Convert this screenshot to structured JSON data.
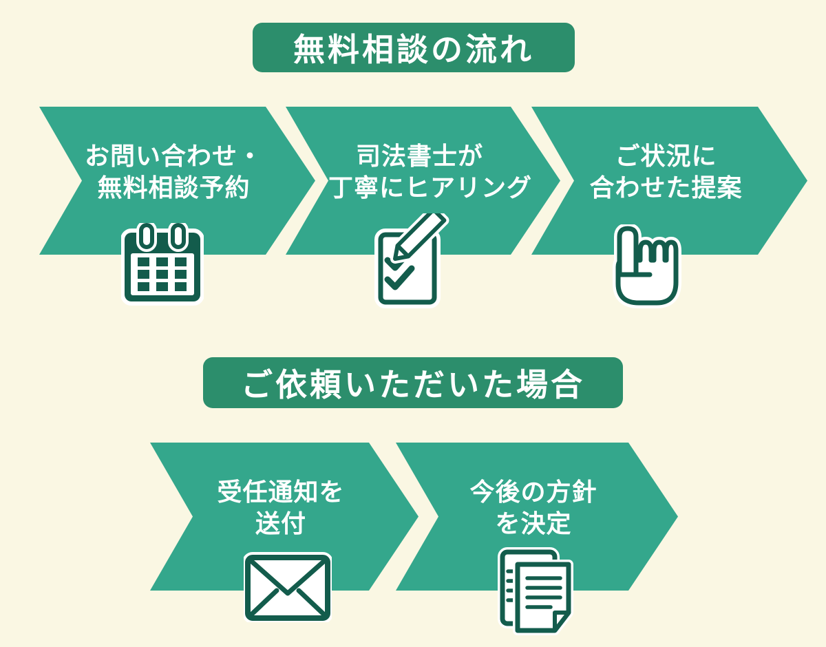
{
  "palette": {
    "background": "#FAF7E3",
    "arrow_fill": "#34A78C",
    "badge_fill": "#2C8E6C",
    "icon_dark_green": "#135C4C",
    "text_white": "#FFFFFF"
  },
  "sections": [
    {
      "header": "無料相談の流れ",
      "steps": [
        {
          "label_lines": [
            "お問い合わせ・",
            "無料相談予約"
          ],
          "icon": "calendar-icon"
        },
        {
          "label_lines": [
            "司法書士が",
            "丁寧にヒアリング"
          ],
          "icon": "checklist-pencil-icon"
        },
        {
          "label_lines": [
            "ご状況に",
            "合わせた提案"
          ],
          "icon": "pointing-hand-icon"
        }
      ]
    },
    {
      "header": "ご依頼いただいた場合",
      "steps": [
        {
          "label_lines": [
            "受任通知を",
            "送付"
          ],
          "icon": "envelope-icon"
        },
        {
          "label_lines": [
            "今後の方針",
            "を決定"
          ],
          "icon": "documents-icon"
        }
      ]
    }
  ]
}
